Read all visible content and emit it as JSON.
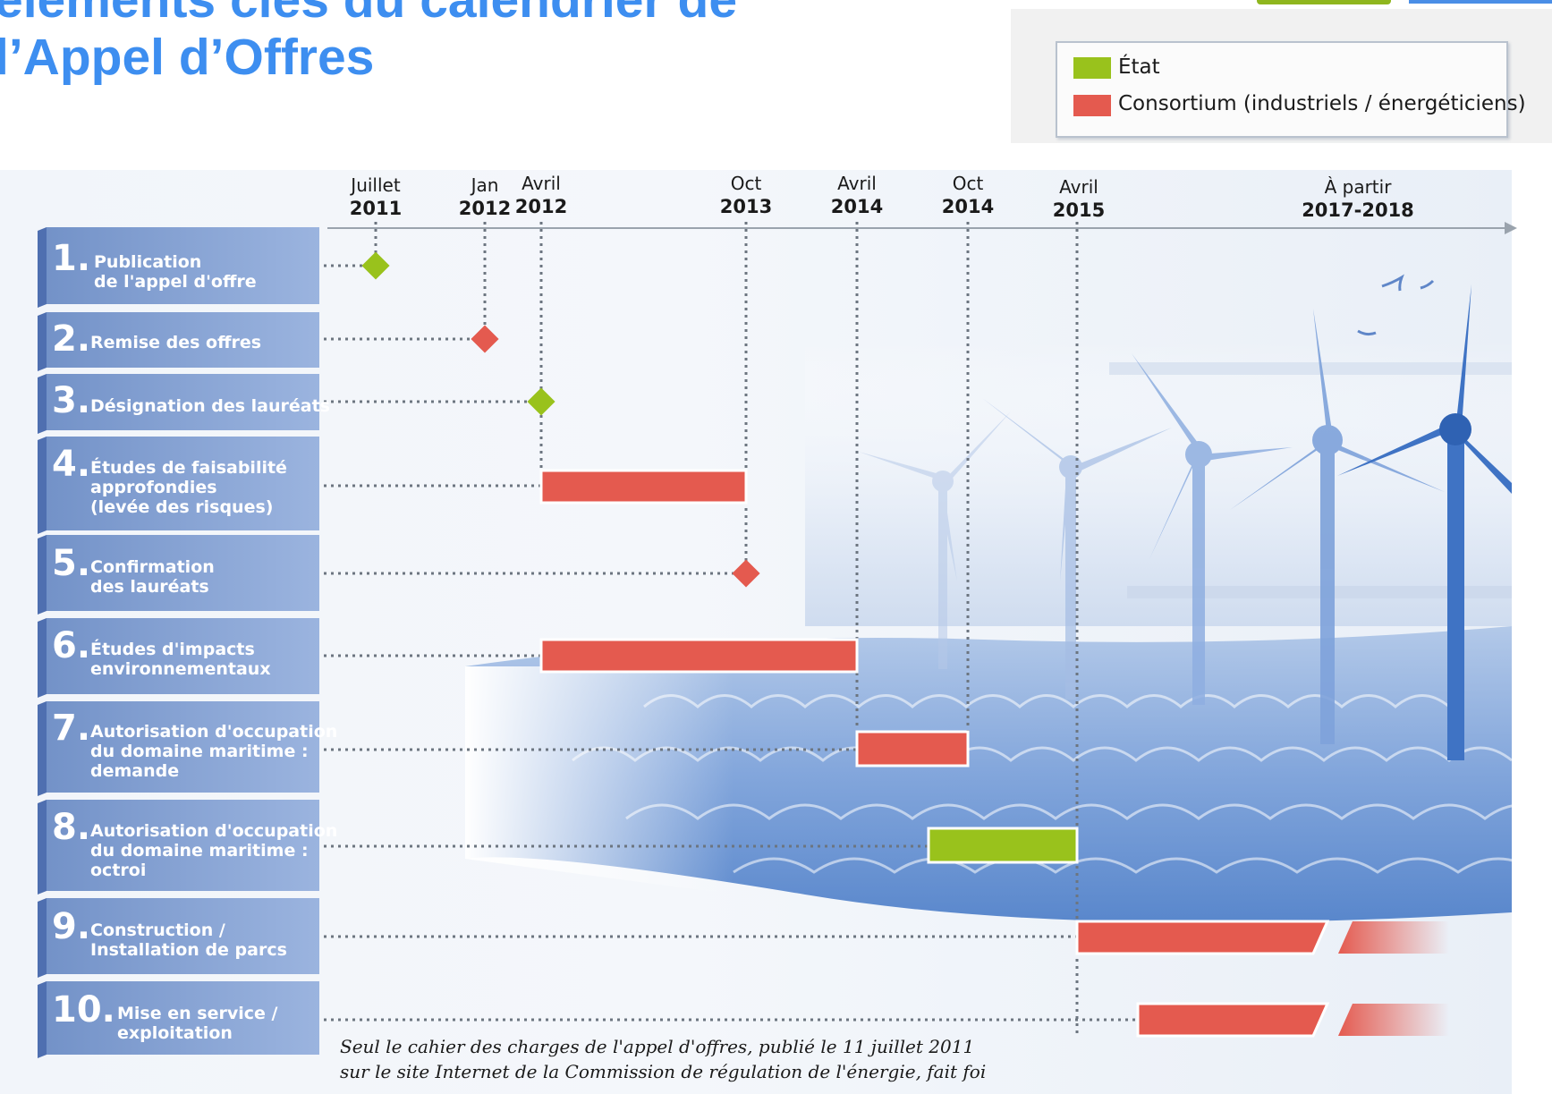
{
  "title": {
    "line1": "éléments clés du calendrier de",
    "line2": "l’Appel d’Offres"
  },
  "legend": {
    "items": [
      {
        "label": "État",
        "color": "#99c21c"
      },
      {
        "label": "Consortium (industriels / énergéticiens)",
        "color": "#e45a4f"
      }
    ]
  },
  "timeline": {
    "milestones": [
      {
        "month": "Juillet",
        "year": "2011"
      },
      {
        "month": "Jan",
        "year": "2012"
      },
      {
        "month": "Avril",
        "year": "2012"
      },
      {
        "month": "Oct",
        "year": "2013"
      },
      {
        "month": "Avril",
        "year": "2014"
      },
      {
        "month": "Oct",
        "year": "2014"
      },
      {
        "month": "Avril",
        "year": "2015"
      },
      {
        "month": "À partir",
        "year": "2017-2018"
      }
    ]
  },
  "steps": [
    {
      "num": "1.",
      "lines": [
        "Publication",
        "de l'appel d'offre"
      ],
      "actor": "État",
      "type": "milestone",
      "date": "Juillet 2011"
    },
    {
      "num": "2.",
      "lines": [
        "Remise des offres"
      ],
      "actor": "Consortium",
      "type": "milestone",
      "date": "Jan 2012"
    },
    {
      "num": "3.",
      "lines": [
        "Désignation des lauréats"
      ],
      "actor": "État",
      "type": "milestone",
      "date": "Avril 2012"
    },
    {
      "num": "4.",
      "lines": [
        "Études de faisabilité",
        "approfondies",
        "(levée des risques)"
      ],
      "actor": "Consortium",
      "type": "period",
      "start": "Avril 2012",
      "end": "Oct 2013"
    },
    {
      "num": "5.",
      "lines": [
        "Confirmation",
        "des lauréats"
      ],
      "actor": "Consortium",
      "type": "milestone",
      "date": "Oct 2013"
    },
    {
      "num": "6.",
      "lines": [
        "Études d'impacts",
        "environnementaux"
      ],
      "actor": "Consortium",
      "type": "period",
      "start": "Avril 2012",
      "end": "Avril 2014"
    },
    {
      "num": "7.",
      "lines": [
        "Autorisation d'occupation",
        "du domaine maritime :",
        "demande"
      ],
      "actor": "Consortium",
      "type": "period",
      "start": "Avril 2014",
      "end": "Oct 2014"
    },
    {
      "num": "8.",
      "lines": [
        "Autorisation d'occupation",
        "du domaine maritime :",
        "octroi"
      ],
      "actor": "État",
      "type": "period",
      "start": "Août 2014",
      "end": "Avril 2015"
    },
    {
      "num": "9.",
      "lines": [
        "Construction /",
        "Installation de parcs"
      ],
      "actor": "Consortium",
      "type": "open-period",
      "start": "Avril 2015"
    },
    {
      "num": "10.",
      "lines": [
        "Mise en service /",
        "exploitation"
      ],
      "actor": "Consortium",
      "type": "open-period",
      "start": "2016"
    }
  ],
  "footnote": {
    "line1": "Seul le cahier des charges de l'appel d'offres, publié le 11 juillet 2011",
    "line2": "sur le site Internet de la Commission de régulation de l'énergie, fait foi"
  },
  "colors": {
    "etat": "#99c21c",
    "consortium": "#e45a4f",
    "panel": "#7f9ed0",
    "title": "#3d8ef0"
  }
}
